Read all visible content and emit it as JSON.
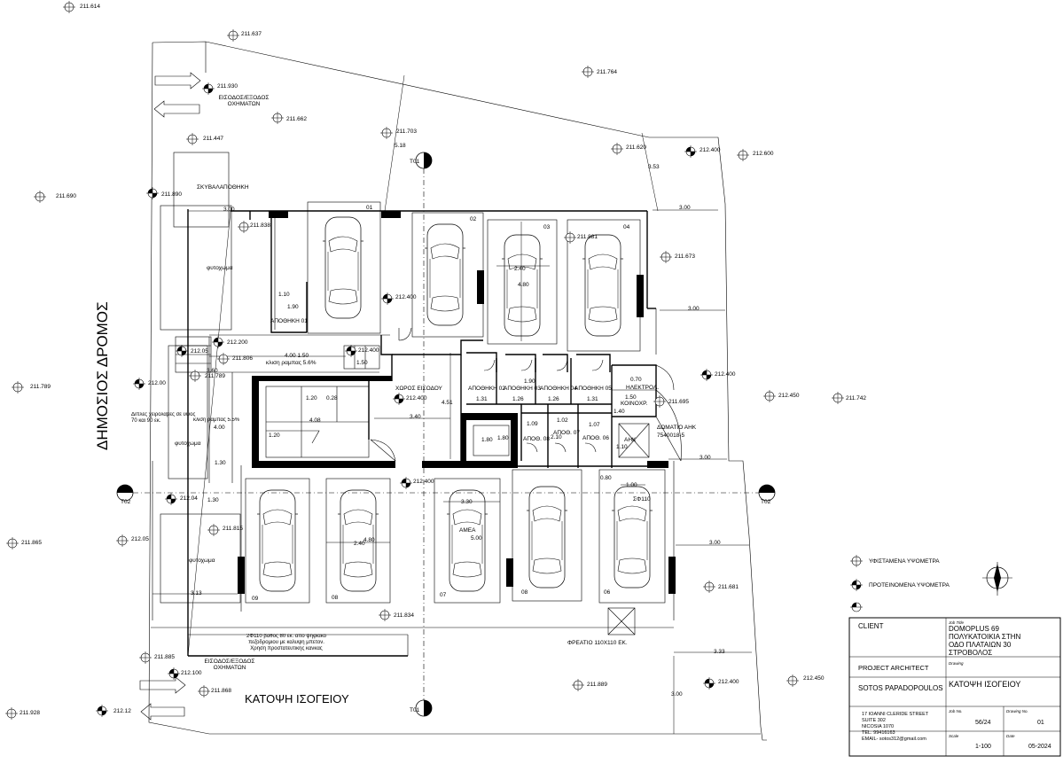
{
  "road_label": "ΔΗΜΟΣΙΟΣ ΔΡΟΜΟΣ",
  "plan_title": "ΚΑΤΟΨΗ ΙΣΟΓΕΙΟΥ",
  "section_marks": {
    "t01": "T01",
    "t02": "T02"
  },
  "parking_numbers": [
    "01",
    "02",
    "03",
    "04",
    "09",
    "08",
    "07",
    "08",
    "06"
  ],
  "rooms": {
    "storage_01": "ΑΠΟΘΗΚΗ 01",
    "storage_02": "ΑΠΟΘΗΚΗ 02",
    "storage_03": "ΑΠΟΘΗΚΗ 03",
    "storage_04": "ΑΠΟΘΗΚΗ 04",
    "storage_05": "ΑΠΟΘΗΚΗ 05",
    "storage_06": "ΑΠΟΘ. 06",
    "storage_07": "ΑΠΟΘ. 07",
    "storage_08": "ΑΠΟΘ. 08",
    "electrical": "ΗΛΕΚΤΡΟΛ.",
    "common": "ΚΟΙΝΟΧΡ.",
    "lift": "ΑΗΚ",
    "lift_room": "ΔΩΜΑΤΙΟ ΑΗΚ",
    "lift_room_code": "7540018-5",
    "entrance_hall": "ΧΩΡΟΣ ΕΙΣΟΔΟΥ",
    "bin_store": "ΣΚΥΒΑΛΑΠΟΘΗΚΗ",
    "accessible_parking": "ΑΜΕΑ",
    "manhole": "ΦΡΕΑΤΙΟ 110Χ110 ΕΚ.",
    "pipe": "ΣΦ110"
  },
  "planting": "φυτοχωμα",
  "ramp_note": "4.00   1.50",
  "ramp_slope": "κλιση ραμπας 5.6%",
  "ramp_slope2": "κλιση ραμπας 5.5%",
  "handrail_note": "Διπλες χειρολαβες σε υψος 70 και 90 εκ.",
  "drain_note": "2Φ110 βαθος 80 εκ. απο ψηφιακο πεζοδρομιου με καλυψη μπετον. Χρηση προστατευτικης κανκας",
  "vehicle_entry_top": "ΕΙΣΟΔΟΣ/ΕΞΟΔΟΣ ΟΧΗΜΑΤΩΝ",
  "vehicle_entry_bottom": "ΕΙΣΟΔΟΣ/ΕΞΟΔΟΣ ΟΧΗΜΑΤΩΝ",
  "levels": {
    "l211614": "211.614",
    "l211637": "211.637",
    "l211764": "211.764",
    "l211930": "211.930",
    "l211662": "211.662",
    "l211703": "211.703",
    "l211447": "211.447",
    "l211620": "211.620",
    "l212400a": "212.400",
    "l212600": "212.600",
    "l211690": "211.690",
    "l211890": "211.890",
    "l211838": "211.838",
    "l211881": "211.881",
    "l211673": "211.673",
    "l212400b": "212.400",
    "l212200": "212.200",
    "l21205": "212.05",
    "l211806": "211.806",
    "l212400c": "212.400",
    "l211789a": "211.789",
    "l21200": "212.00",
    "l211789b": "211.789",
    "l212400d": "212.400",
    "l212400e": "212.400",
    "l212450a": "212.450",
    "l211742": "211.742",
    "l211695": "211.695",
    "l212400f": "212.400",
    "l21204": "212.04",
    "l211815": "211.815",
    "l211865": "211.865",
    "l21205b": "212.05",
    "l211681": "211.681",
    "l211834": "211.834",
    "l211885": "211.885",
    "l212100": "212.100",
    "l211868": "211.868",
    "l211928": "211.928",
    "l21212": "212.12",
    "l211889": "211.889",
    "l212400g": "212.400",
    "l212450b": "212.450"
  },
  "dims": {
    "d518": "5.18",
    "d353": "3.53",
    "d300a": "3.00",
    "d300b": "3.00",
    "d300c": "3.00",
    "d300d": "3.00",
    "d300e": "3.00",
    "d300f": "3.00",
    "d300g": "3.00",
    "d240a": "2.40",
    "d480a": "4.80",
    "d110": "1.10",
    "d190": "1.90",
    "d150": "1.50",
    "d360": "3.60",
    "d120a": "1.20",
    "d028": "0.28",
    "d408": "4.08",
    "d120b": "1.20",
    "d400": "4.00",
    "d130a": "1.30",
    "d130b": "1.30",
    "d340": "3.40",
    "d451": "4.51",
    "d180a": "1.80",
    "d180b": "1.80",
    "d131a": "1.31",
    "d126a": "1.26",
    "d126b": "1.26",
    "d131b": "1.31",
    "d190b": "1.90",
    "d070": "0.70",
    "d150b": "1.50",
    "d140": "1.40",
    "d109": "1.09",
    "d102": "1.02",
    "d107": "1.07",
    "d210": "2.10",
    "d110b": "1.10",
    "d080": "0.80",
    "d100": "1.00",
    "d330": "3.30",
    "d500": "5.00",
    "d240b": "2.40",
    "d480b": "4.80",
    "d313": "3.13",
    "d333": "3.33"
  },
  "legend": {
    "existing": "ΥΦΙΣΤΑΜΕΝΑ ΥΨΟΜΕΤΡΑ",
    "proposed": "ΠΡΟΤΕΙΝΟΜΕΝΑ ΥΨΟΜΕΤΡΑ"
  },
  "title_block": {
    "client_label": "CLIENT",
    "job_title_label": "Job Title",
    "job_title": [
      "DOMOPLUS 69",
      "ΠΟΛΥΚΑΤΟΙΚΙΑ ΣΤΗΝ",
      "ΟΔΟ ΠΛΑΤΑΙΩΝ 30",
      "ΣΤΡΟΒΟΛΟΣ"
    ],
    "architect_label": "PROJECT ARCHITECT",
    "architect_name": "SOTOS PAPADOPOULOS",
    "drawing_label": "Drawing",
    "drawing_title": "ΚΑΤΟΨΗ ΙΣΟΓΕΙΟΥ",
    "address": [
      "17 IOANNI CLERIDE STREET",
      "SUITE 302",
      "NICOSIA 1070",
      "TEL. 99416163",
      "EMAIL- sotos312@gmail.com"
    ],
    "job_no_label": "Job No.",
    "job_no": "56/24",
    "drawing_no_label": "Drawing No.",
    "drawing_no": "01",
    "scale_label": "Scale",
    "scale": "1-100",
    "date_label": "Date",
    "date": "05-2024"
  }
}
